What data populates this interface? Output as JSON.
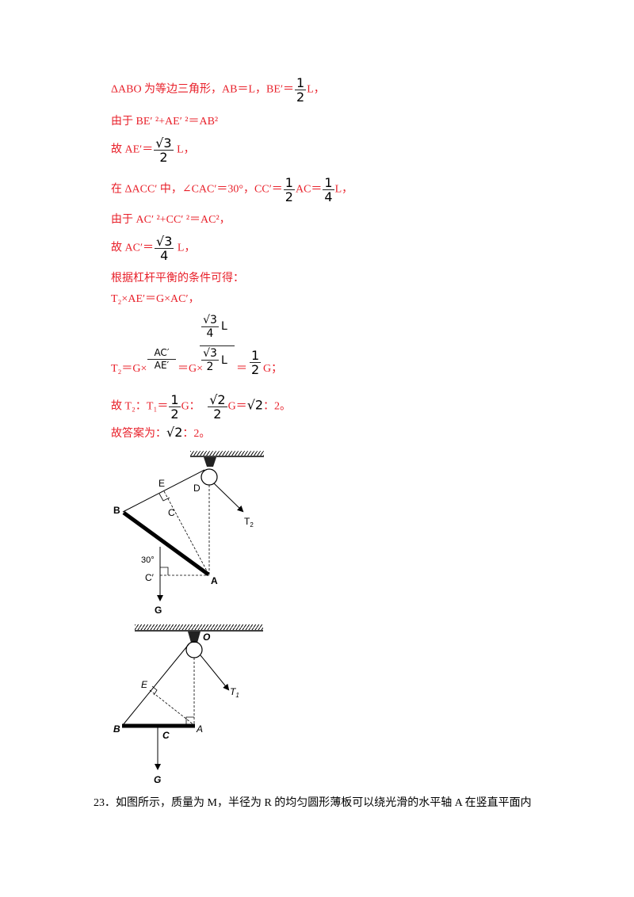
{
  "solution": {
    "l1_pre": "ΔABO 为等边三角形，AB＝L，BE′＝",
    "l1_frac_num": "1",
    "l1_frac_den": "2",
    "l1_post": "L，",
    "l2": "由于 BE′ ²+AE′ ²＝AB²",
    "l3_pre": "故 AE′＝",
    "l3_num": "√3",
    "l3_den": "2",
    "l3_post": " L，",
    "l4_pre": "在 ΔACC′ 中，∠CAC′＝30°，CC′＝",
    "l4_f1_num": "1",
    "l4_f1_den": "2",
    "l4_mid": "AC＝",
    "l4_f2_num": "1",
    "l4_f2_den": "4",
    "l4_post": "L，",
    "l5": "由于 AC′ ²+CC′ ²＝AC²，",
    "l6_pre": "故 AC′＝",
    "l6_num": "√3",
    "l6_den": "4",
    "l6_post": " L，",
    "l7": "根据杠杆平衡的条件可得：",
    "l8": "T₂×AE′＝G×AC′，",
    "l9_pre": "T₂＝G×",
    "l9_f1_num": "AC′",
    "l9_f1_den": "AE′",
    "l9_mid": "＝G×",
    "l9_big_top_num": "√3",
    "l9_big_top_den": "4",
    "l9_big_top_L": "L",
    "l9_big_bot_num": "√3",
    "l9_big_bot_den": "2",
    "l9_big_bot_L": "L",
    "l9_eq": "＝",
    "l9_f3_num": "1",
    "l9_f3_den": "2",
    "l9_post": "G；",
    "l10_pre": "故 T₂：T₁＝",
    "l10_f1_num": "1",
    "l10_f1_den": "2",
    "l10_mid": "G：",
    "l10_f2_num": "√2",
    "l10_f2_den": "2",
    "l10_mid2": "G＝",
    "l10_sqrt": "√2",
    "l10_post": "：2。",
    "l11_pre": "故答案为：",
    "l11_sqrt": "√2",
    "l11_post": "：2。"
  },
  "figure1": {
    "labels": {
      "E": "E",
      "D": "D",
      "B": "B",
      "C": "C",
      "angle": "30°",
      "Cp": "C′",
      "A": "A",
      "G": "G",
      "T": "T",
      "Tsub": "2"
    }
  },
  "figure2": {
    "labels": {
      "O": "O",
      "E": "E",
      "T": "T",
      "Tsub": "1",
      "B": "B",
      "C": "C",
      "A": "A",
      "G": "G"
    }
  },
  "question": {
    "text": "23．如图所示，质量为 M，半径为 R 的均匀圆形薄板可以绕光滑的水平轴 A 在竖直平面内"
  }
}
